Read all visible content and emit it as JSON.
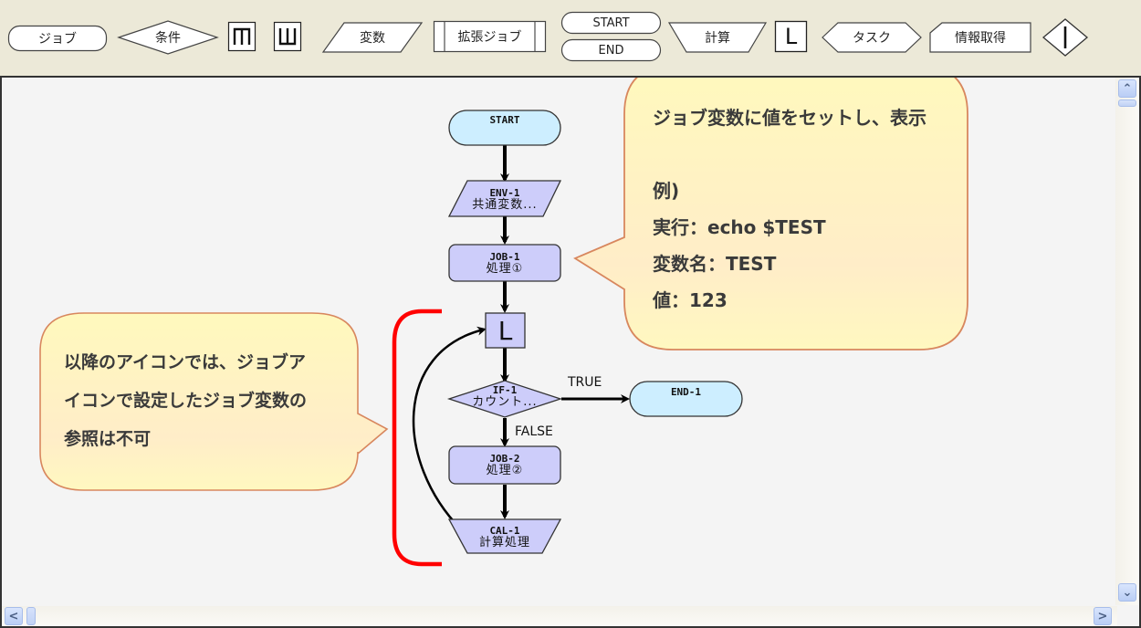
{
  "palette": {
    "items": [
      {
        "id": "job",
        "label": "ジョブ",
        "icon": "job-rounded-rect-icon"
      },
      {
        "id": "condition",
        "label": "条件",
        "icon": "condition-diamond-icon"
      },
      {
        "id": "loop-start",
        "label": "",
        "icon": "loop-start-bracket-icon"
      },
      {
        "id": "loop-end",
        "label": "",
        "icon": "loop-end-bracket-icon"
      },
      {
        "id": "variable",
        "label": "変数",
        "icon": "variable-parallelogram-icon"
      },
      {
        "id": "extended-job",
        "label": "拡張ジョブ",
        "icon": "extended-job-icon"
      },
      {
        "id": "start",
        "label": "START",
        "icon": "start-terminal-icon"
      },
      {
        "id": "end",
        "label": "END",
        "icon": "end-terminal-icon"
      },
      {
        "id": "calculation",
        "label": "計算",
        "icon": "calculation-trapezoid-icon"
      },
      {
        "id": "loop",
        "label": "L",
        "icon": "loop-icon"
      },
      {
        "id": "task",
        "label": "タスク",
        "icon": "task-hexagon-icon"
      },
      {
        "id": "info-get",
        "label": "情報取得",
        "icon": "info-get-icon"
      },
      {
        "id": "branch",
        "label": "",
        "icon": "branch-diamond-icon"
      }
    ]
  },
  "flow": {
    "nodes": {
      "start": {
        "title": "START",
        "sub": ""
      },
      "env1": {
        "title": "ENV-1",
        "sub": "共通変数..."
      },
      "job1": {
        "title": "JOB-1",
        "sub": "処理①"
      },
      "loop": {
        "title": "L",
        "sub": ""
      },
      "if1": {
        "title": "IF-1",
        "sub": "カウント..."
      },
      "end1": {
        "title": "END-1",
        "sub": ""
      },
      "job2": {
        "title": "JOB-2",
        "sub": "処理②"
      },
      "cal1": {
        "title": "CAL-1",
        "sub": "計算処理"
      }
    },
    "edge_labels": {
      "true": "TRUE",
      "false": "FALSE"
    },
    "colors": {
      "terminal": "#cdeeff",
      "process": "#cdcdfa",
      "stroke": "#333333",
      "bracket": "#ff0000"
    }
  },
  "callouts": {
    "top": {
      "lines": [
        "ジョブ変数に値をセットし、表示",
        "",
        "例)",
        "実行：echo $TEST",
        "変数名：TEST",
        "値：123"
      ]
    },
    "left": {
      "lines": [
        "以降のアイコンでは、ジョブア",
        "イコンで設定したジョブ変数の",
        "参照は不可"
      ]
    },
    "fill": "#fff8c0",
    "border": "#d8875e"
  },
  "scrollbars": {
    "up": "⌃",
    "down": "⌄",
    "left": "<",
    "right": ">"
  }
}
